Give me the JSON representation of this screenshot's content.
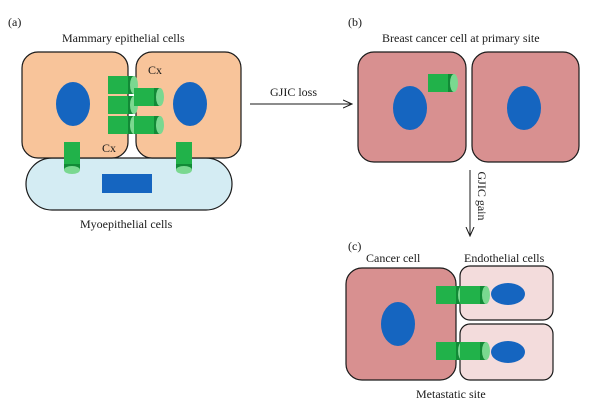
{
  "panels": {
    "a": {
      "tag": "(a)",
      "title": "Mammary epithelial cells",
      "cx_label_1": "Cx",
      "cx_label_2": "Cx",
      "bottom_label": "Myoepithelial cells"
    },
    "b": {
      "tag": "(b)",
      "title": "Breast cancer cell at primary site"
    },
    "c": {
      "tag": "(c)",
      "left_label": "Cancer cell",
      "right_label": "Endothelial cells",
      "bottom_label": "Metastatic site"
    }
  },
  "arrows": {
    "loss_label": "GJIC loss",
    "gain_label": "GJIC gain"
  },
  "colors": {
    "epithelial": "#f8c49a",
    "cancer": "#d89090",
    "endothelial": "#f3dcdc",
    "myoepithelial": "#d4ecf3",
    "nucleus": "#1565c0",
    "connexin": "#21b24a"
  }
}
